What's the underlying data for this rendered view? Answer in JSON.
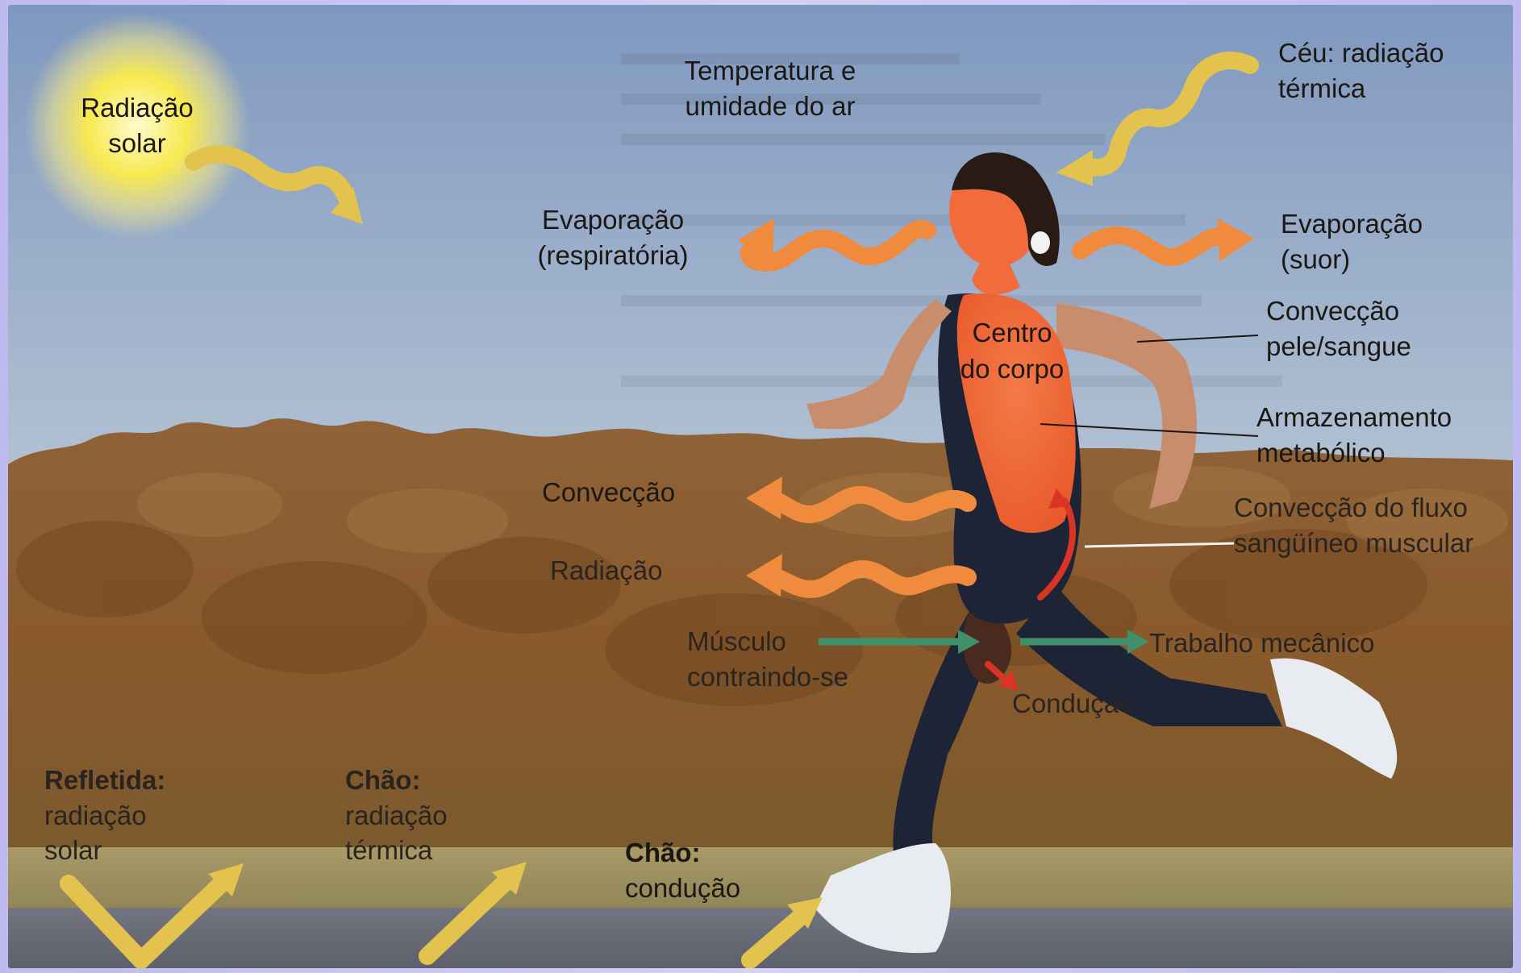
{
  "colors": {
    "sky_top": "#7f98bf",
    "sky_bottom": "#d6dcdf",
    "shrubs": "#8a5a2c",
    "ground": "#9b8c60",
    "road": "#6c6f79",
    "sun": "#f7e94e",
    "heat_arrow": "#f08a3c",
    "yellow_arrow": "#e3c34e",
    "green_arrow": "#3f8f6a",
    "red_arrow": "#d93424",
    "body_core": "#f26b3c",
    "suit": "#1d2436"
  },
  "labels": {
    "radiacao_solar": "Radiação solar",
    "temp_umidade": "Temperatura e umidade do ar",
    "ceu_radiacao": "Céu: radiação térmica",
    "evap_resp": "Evaporação (respiratória)",
    "evap_suor": "Evaporação (suor)",
    "conv_pele": "Convecção pele/sangue",
    "centro_corpo": "Centro do corpo",
    "armazenamento": "Armazenamento metabólico",
    "conveccao": "Convecção",
    "radiacao": "Radiação",
    "conv_fluxo": "Convecção do fluxo sangüíneo muscular",
    "musculo": "Músculo contraindo-se",
    "trabalho": "Trabalho mecânico",
    "conducao": "Condução",
    "refletida_title": "Refletida:",
    "refletida_text": "radiação solar",
    "chao_rad_title": "Chão:",
    "chao_rad_text": "radiação térmica",
    "chao_cond_title": "Chão:",
    "chao_cond_text": "condução"
  }
}
